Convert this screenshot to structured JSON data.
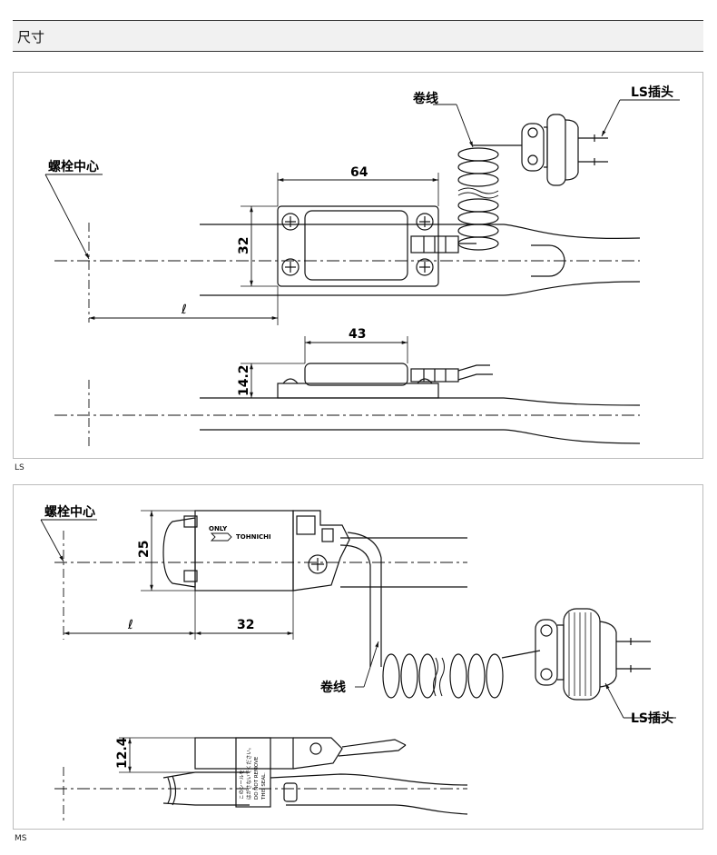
{
  "header": {
    "title": "尺寸"
  },
  "ls": {
    "caption": "LS",
    "bolt_center": "螺栓中心",
    "coil_cord": "卷线",
    "plug": "LS插头",
    "dim_width": "64",
    "dim_height": "32",
    "dim_length": "ℓ",
    "dim_side_width": "43",
    "dim_side_height": "14.2"
  },
  "ms": {
    "caption": "MS",
    "bolt_center": "螺栓中心",
    "coil_cord": "卷线",
    "plug": "LS插头",
    "dim_height": "25",
    "dim_length": "ℓ",
    "dim_width": "32",
    "dim_side_height": "12.4",
    "label_only": "ONLY",
    "label_brand": "TOHNICHI",
    "seal_line1": "このシールを",
    "seal_line2": "はがさないでください。",
    "seal_line3": "DO NOT REMOVE",
    "seal_line4": "THIS SEAL."
  }
}
